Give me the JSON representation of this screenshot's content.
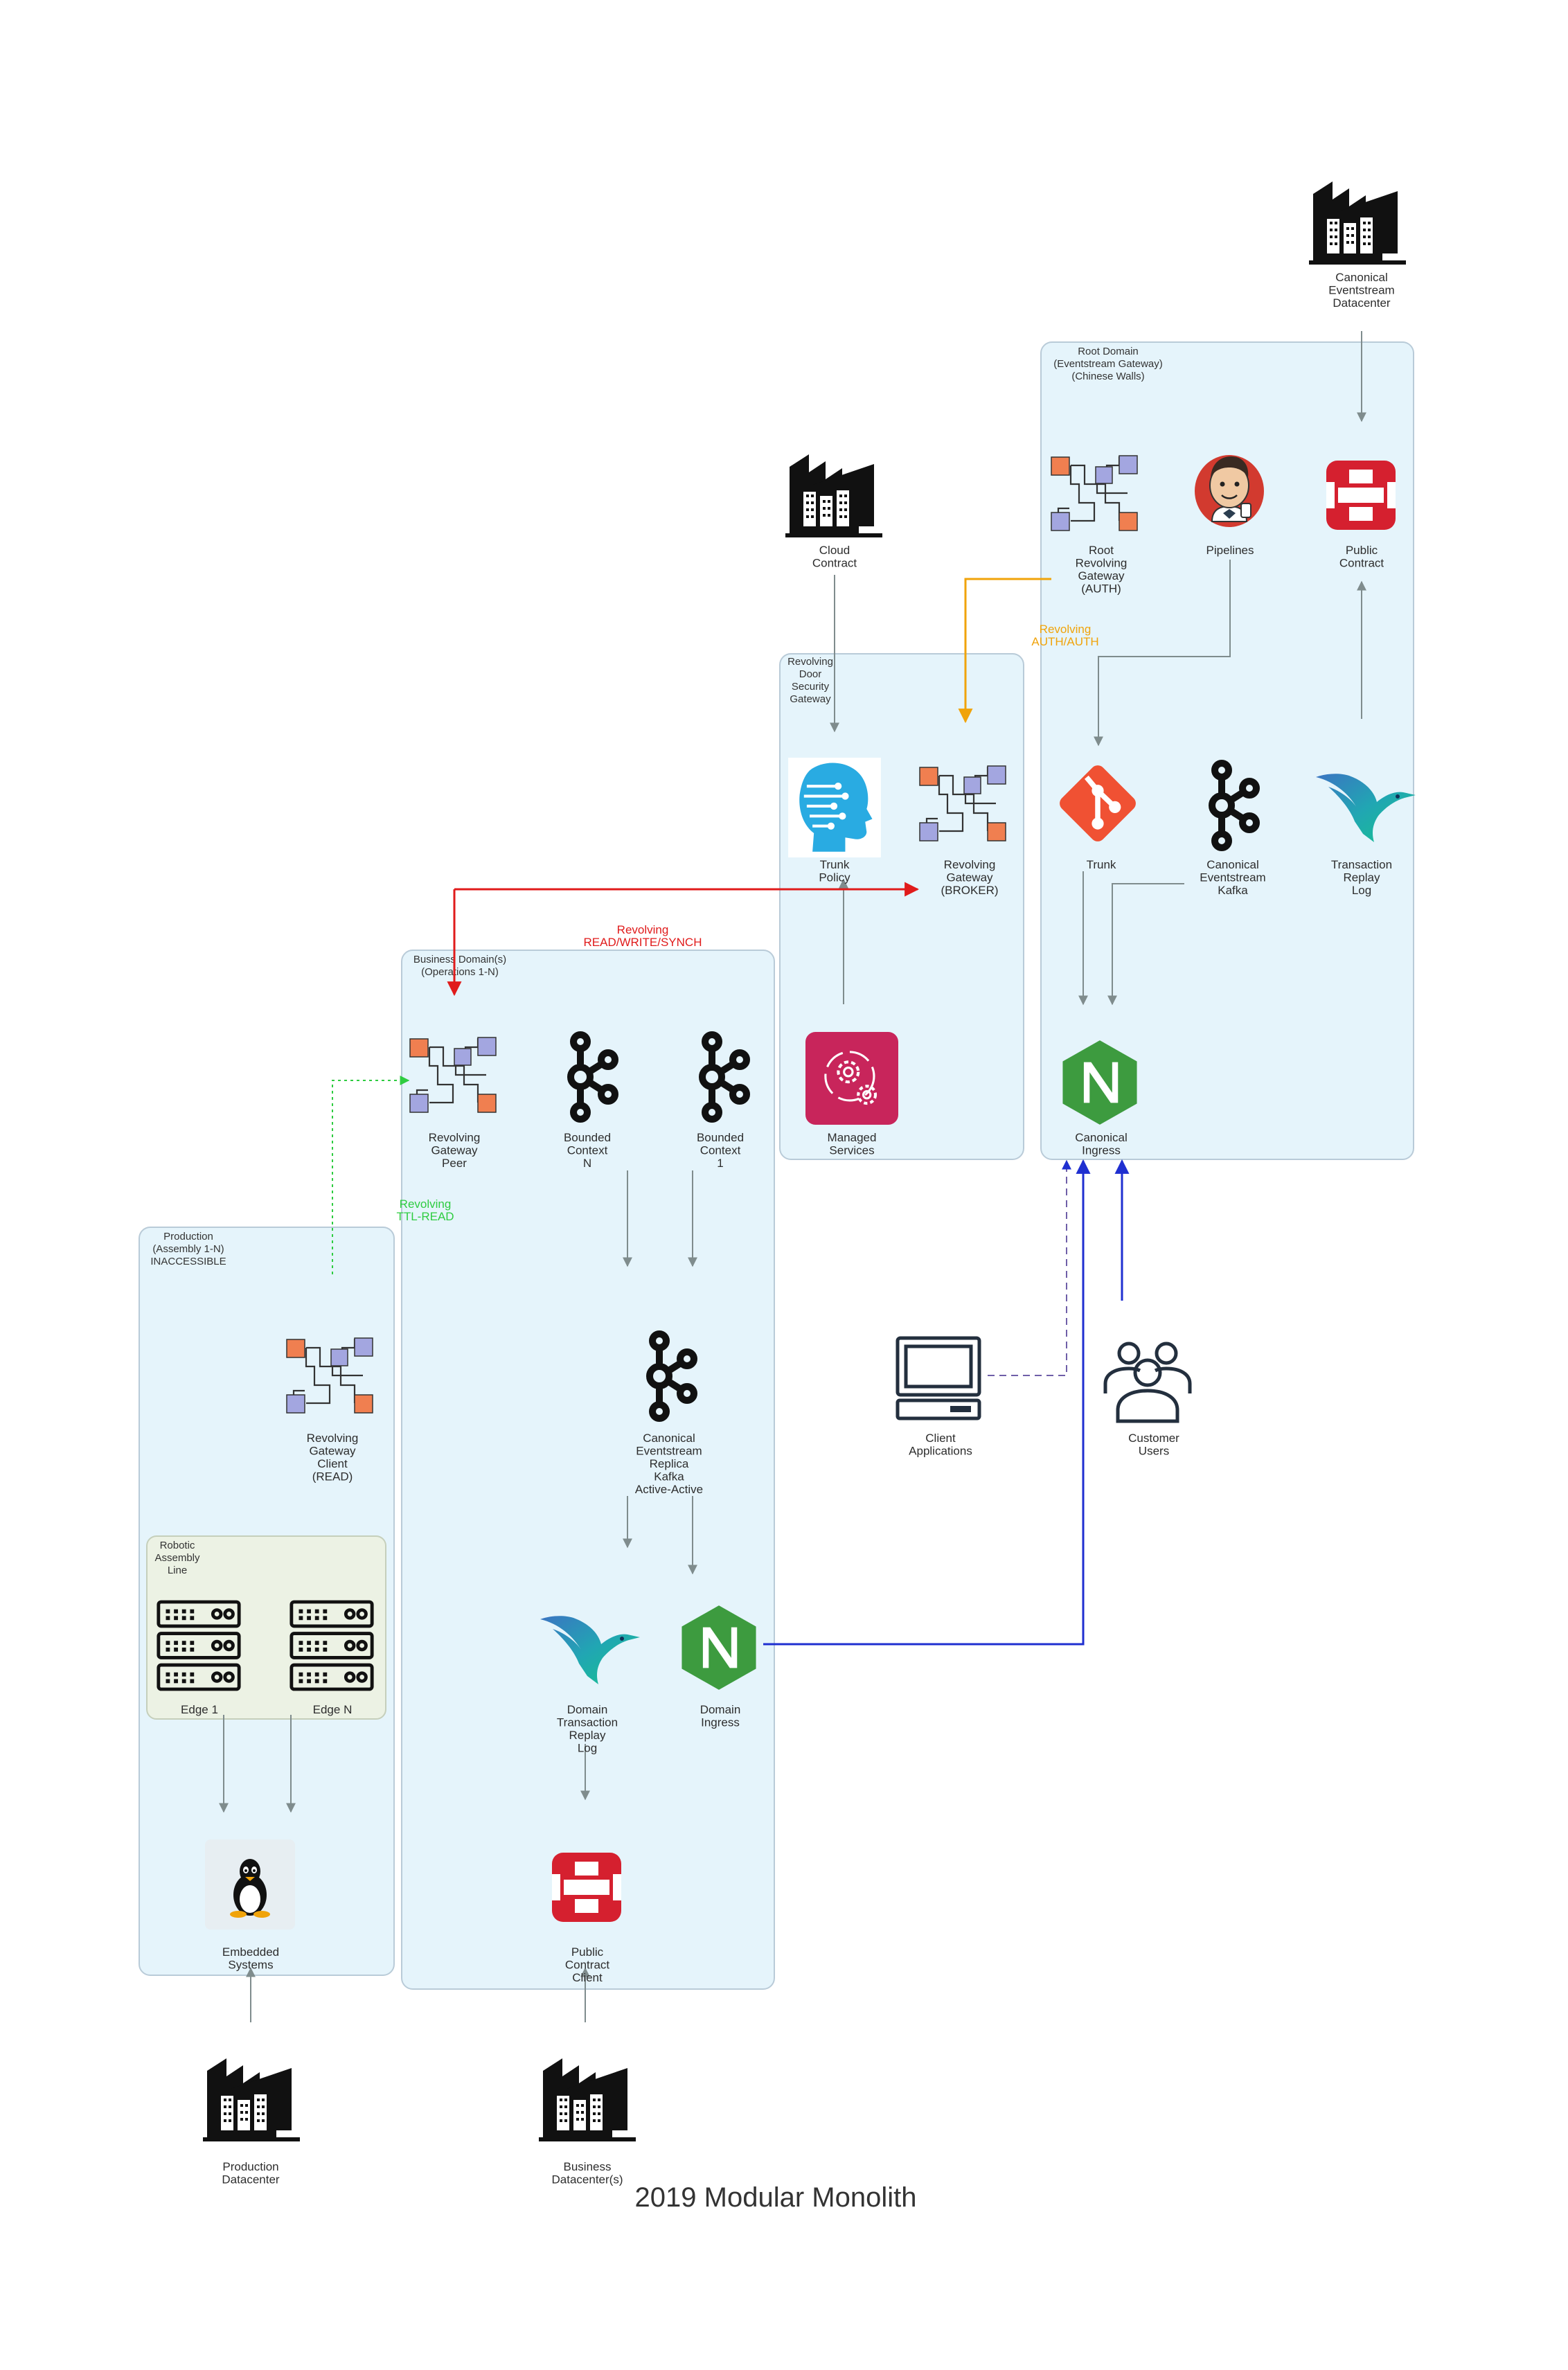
{
  "title": "2019 Modular Monolith",
  "colors": {
    "cluster_fill": "#e5f4fb",
    "cluster_stroke": "#b9cbd8",
    "inner_cluster_fill": "#ecf2e4",
    "edge_gray": "#7f8c8d",
    "auth_orange": "#f0a30a",
    "synch_red": "#e01b1b",
    "read_green": "#2ecc40",
    "ingress_blue": "#1f2fd0",
    "client_dashed": "#6f5fa8",
    "nginx_green": "#3d9b3f",
    "openshift_red": "#d5202f",
    "jenkins_red": "#d23a2f",
    "git_orange": "#f05133",
    "managed_pink": "#c8255b"
  },
  "clusters": {
    "root": [
      "Root Domain",
      "(Eventstream Gateway)",
      "(Chinese Walls)"
    ],
    "revolving_door": [
      "Revolving",
      "Door",
      "Security",
      "Gateway"
    ],
    "business": [
      "Business Domain(s)",
      "(Operations 1-N)"
    ],
    "production": [
      "Production",
      "(Assembly 1-N)",
      "INACCESSIBLE"
    ],
    "robotic": [
      "Robotic",
      "Assembly",
      "Line"
    ]
  },
  "nodes": {
    "canonical_dc": [
      "Canonical",
      "Eventstream",
      "Datacenter"
    ],
    "cloud_contract": [
      "Cloud",
      "Contract"
    ],
    "root_gateway": [
      "Root",
      "Revolving",
      "Gateway",
      "(AUTH)"
    ],
    "pipelines": [
      "Pipelines"
    ],
    "public_contract": [
      "Public",
      "Contract"
    ],
    "trunk": [
      "Trunk"
    ],
    "canonical_kafka": [
      "Canonical",
      "Eventstream",
      "Kafka"
    ],
    "transaction_log": [
      "Transaction",
      "Replay",
      "Log"
    ],
    "canonical_ingress": [
      "Canonical",
      "Ingress"
    ],
    "trunk_policy": [
      "Trunk",
      "Policy"
    ],
    "broker_gateway": [
      "Revolving",
      "Gateway",
      "(BROKER)"
    ],
    "managed_services": [
      "Managed",
      "Services"
    ],
    "gateway_peer": [
      "Revolving",
      "Gateway",
      "Peer"
    ],
    "bounded_n": [
      "Bounded",
      "Context",
      "N"
    ],
    "bounded_1": [
      "Bounded",
      "Context",
      "1"
    ],
    "replica_kafka": [
      "Canonical",
      "Eventstream",
      "Replica",
      "Kafka",
      "Active-Active"
    ],
    "domain_log": [
      "Domain",
      "Transaction",
      "Replay",
      "Log"
    ],
    "domain_ingress": [
      "Domain",
      "Ingress"
    ],
    "public_client": [
      "Public",
      "Contract",
      "Client"
    ],
    "gateway_client": [
      "Revolving",
      "Gateway",
      "Client",
      "(READ)"
    ],
    "edge_1": [
      "Edge 1"
    ],
    "edge_n": [
      "Edge N"
    ],
    "embedded": [
      "Embedded",
      "Systems"
    ],
    "production_dc": [
      "Production",
      "Datacenter"
    ],
    "business_dc": [
      "Business",
      "Datacenter(s)"
    ],
    "client_apps": [
      "Client",
      "Applications"
    ],
    "customer_users": [
      "Customer",
      "Users"
    ]
  },
  "edge_labels": {
    "auth": [
      "Revolving",
      "AUTH/AUTH"
    ],
    "synch": [
      "Revolving",
      "READ/WRITE/SYNCH"
    ],
    "read": [
      "Revolving",
      "TTL-READ"
    ]
  }
}
